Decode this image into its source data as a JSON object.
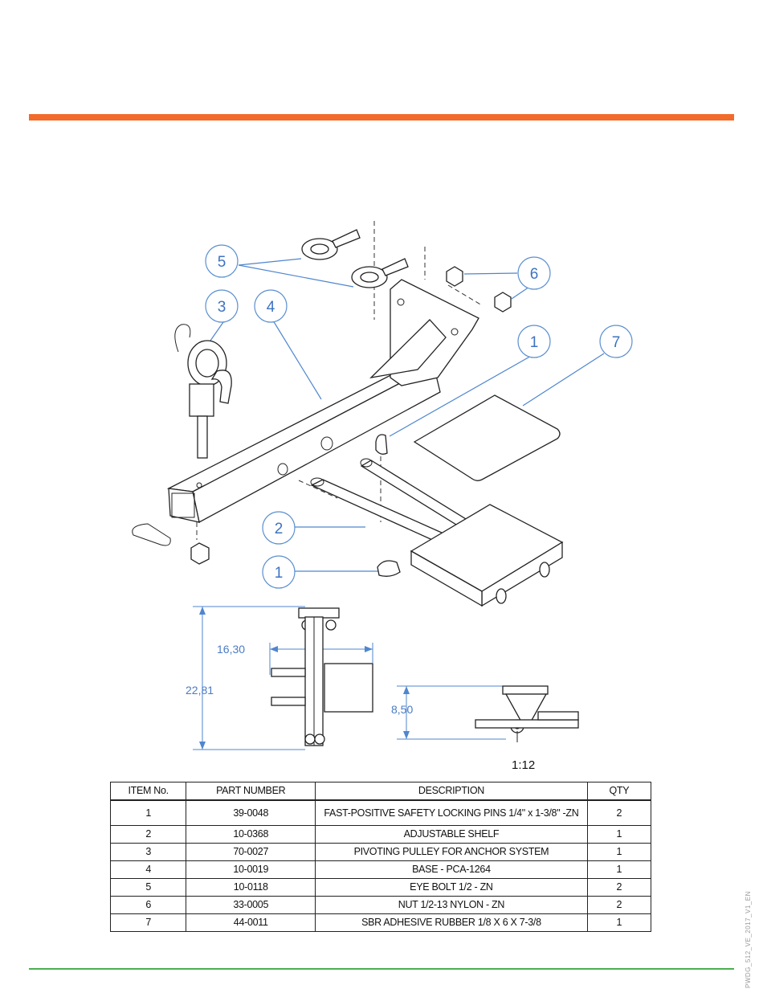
{
  "document": {
    "side_code": "PWDG_512_VE_2017_V1_EN",
    "scale_label": "1:12"
  },
  "balloons": [
    "5",
    "6",
    "3",
    "4",
    "1",
    "7",
    "2",
    "1"
  ],
  "dimensions": {
    "height": "22,81",
    "width": "16,30",
    "side_height": "8,50"
  },
  "bom": {
    "headers": {
      "item": "ITEM No.",
      "part": "PART NUMBER",
      "desc": "DESCRIPTION",
      "qty": "QTY"
    },
    "rows": [
      {
        "item": "1",
        "part": "39-0048",
        "desc": "FAST-POSITIVE SAFETY LOCKING PINS 1/4\" x 1-3/8\" -ZN",
        "qty": "2"
      },
      {
        "item": "2",
        "part": "10-0368",
        "desc": "ADJUSTABLE SHELF",
        "qty": "1"
      },
      {
        "item": "3",
        "part": "70-0027",
        "desc": "PIVOTING PULLEY FOR ANCHOR SYSTEM",
        "qty": "1"
      },
      {
        "item": "4",
        "part": "10-0019",
        "desc": "BASE - PCA-1264",
        "qty": "1"
      },
      {
        "item": "5",
        "part": "10-0118",
        "desc": "EYE BOLT 1/2 - ZN",
        "qty": "2"
      },
      {
        "item": "6",
        "part": "33-0005",
        "desc": "NUT 1/2-13 NYLON - ZN",
        "qty": "2"
      },
      {
        "item": "7",
        "part": "44-0011",
        "desc": "SBR ADHESIVE RUBBER 1/8 X 6 X 7-3/8",
        "qty": "1"
      }
    ]
  }
}
